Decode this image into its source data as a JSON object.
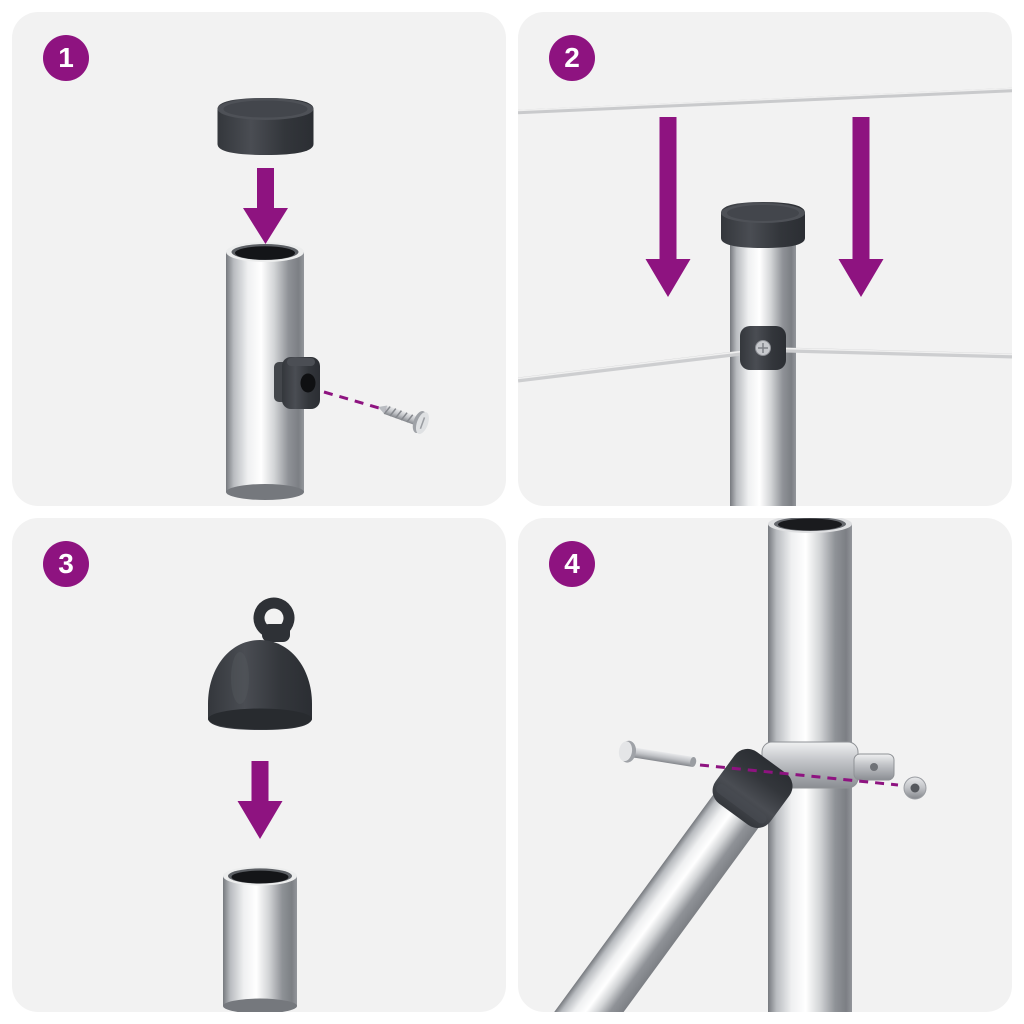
{
  "colors": {
    "accent": "#8E1380",
    "panel_background": "#F2F2F2",
    "page_background": "#FFFFFF",
    "badge_text": "#FFFFFF",
    "dark_plastic": "#34373C",
    "chrome_light": "#FFFFFF",
    "chrome_dark": "#7C7F84",
    "wire": "#CDCED0"
  },
  "steps": [
    {
      "number": "1",
      "illustration": "plastic-cap-above-open-post-with-screw-clamp"
    },
    {
      "number": "2",
      "illustration": "capped-post-between-tension-wires-with-wire-clip"
    },
    {
      "number": "3",
      "illustration": "eyelet-cap-above-open-post"
    },
    {
      "number": "4",
      "illustration": "diagonal-brace-attached-to-post-with-clamp-bolt-and-nut"
    }
  ]
}
